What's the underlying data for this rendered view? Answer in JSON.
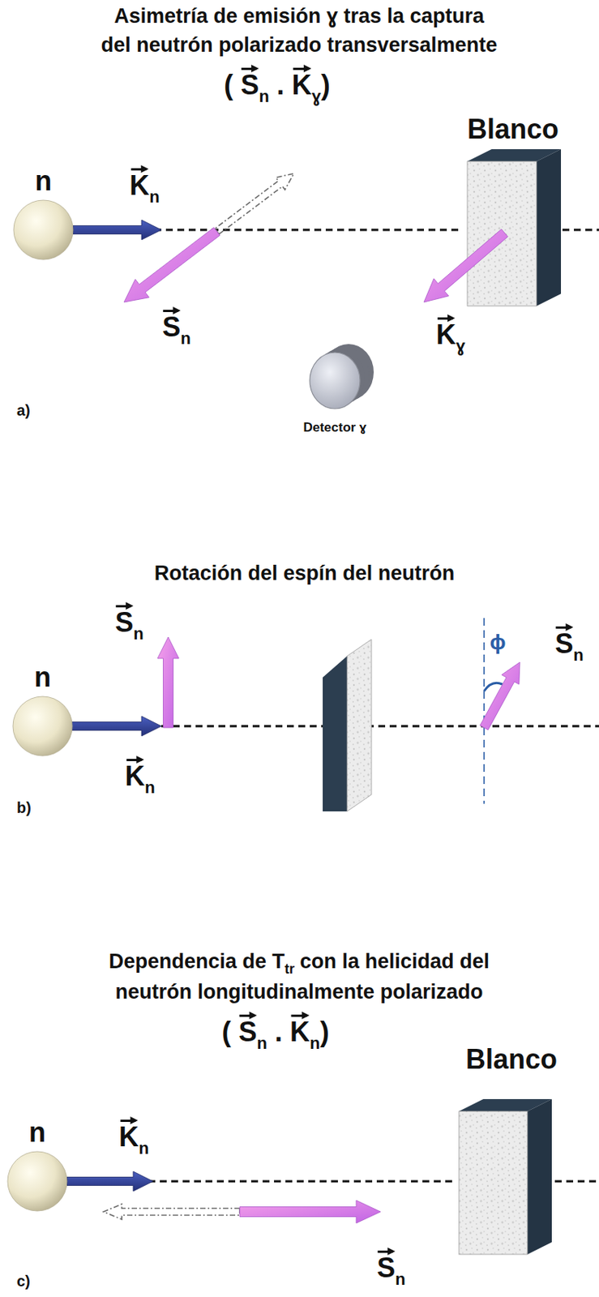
{
  "diagram": {
    "nodes": [
      {
        "text": [
          "n"
        ]
      },
      {
        "text": [
          "Blanco"
        ]
      },
      {
        "text": [
          "Detector ɣ"
        ]
      },
      {
        "text": [
          "n"
        ]
      },
      {
        "text": [
          "n"
        ]
      },
      {
        "text": [
          "Blanco"
        ]
      }
    ],
    "edges": [
      {
        "from": 0,
        "to": 1,
        "arrow": "none"
      },
      {
        "from": 4,
        "to": 5,
        "arrow": "none"
      }
    ],
    "labels": [
      "Asimetría de emisión ɣ tras la captura",
      "del neutrón polarizado transversalmente",
      "(",
      "S",
      "n",
      ".",
      "K",
      "ɣ",
      ")",
      "K",
      "n",
      "S",
      "n",
      "K",
      "ɣ",
      "a)",
      "Rotación del espín del neutrón",
      "S",
      "n",
      "K",
      "n",
      "ϕ",
      "S",
      "n",
      "b)",
      "Dependencia de T",
      "tr",
      "con la helicidad del",
      "neutrón longitudinalmente polarizado",
      "(",
      "S",
      "n",
      ".",
      "K",
      "n",
      ")",
      "K",
      "n",
      "S",
      "n",
      "c)"
    ]
  }
}
